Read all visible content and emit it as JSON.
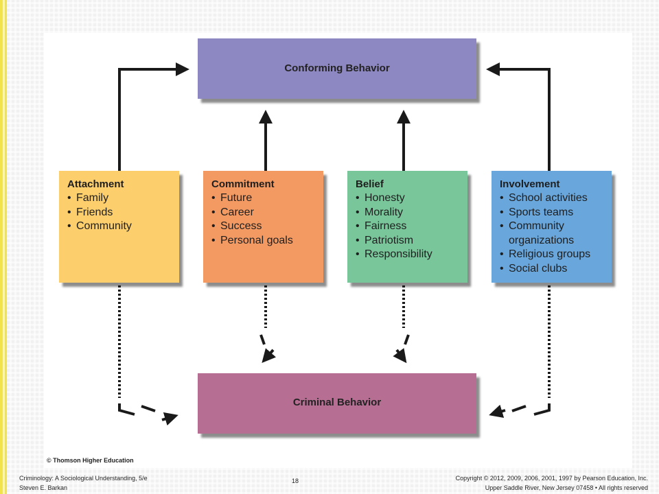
{
  "diagram": {
    "conforming": "Conforming Behavior",
    "criminal": "Criminal Behavior",
    "factors": [
      {
        "title": "Attachment",
        "items": [
          "Family",
          "Friends",
          "Community"
        ],
        "color": "#fcce6c"
      },
      {
        "title": "Commitment",
        "items": [
          "Future",
          "Career",
          "Success",
          "Personal goals"
        ],
        "color": "#f39a63"
      },
      {
        "title": "Belief",
        "items": [
          "Honesty",
          "Morality",
          "Fairness",
          "Patriotism",
          "Responsibility"
        ],
        "color": "#79c69b"
      },
      {
        "title": "Involvement",
        "items": [
          "School activities",
          "Sports teams",
          "Community organizations",
          "Religious groups",
          "Social clubs"
        ],
        "color": "#68a6dc"
      }
    ],
    "conforming_color": "#8d87c2",
    "criminal_color": "#b76e93",
    "credit": "© Thomson Higher Education"
  },
  "footer": {
    "left1": "Criminology: A Sociological Understanding, 5/e",
    "left2": "Steven E. Barkan",
    "page": "18",
    "right1": "Copyright © 2012, 2009, 2006, 2001, 1997  by Pearson Education, Inc.",
    "right2": "Upper Saddle River, New Jersey 07458 • All rights reserved"
  }
}
